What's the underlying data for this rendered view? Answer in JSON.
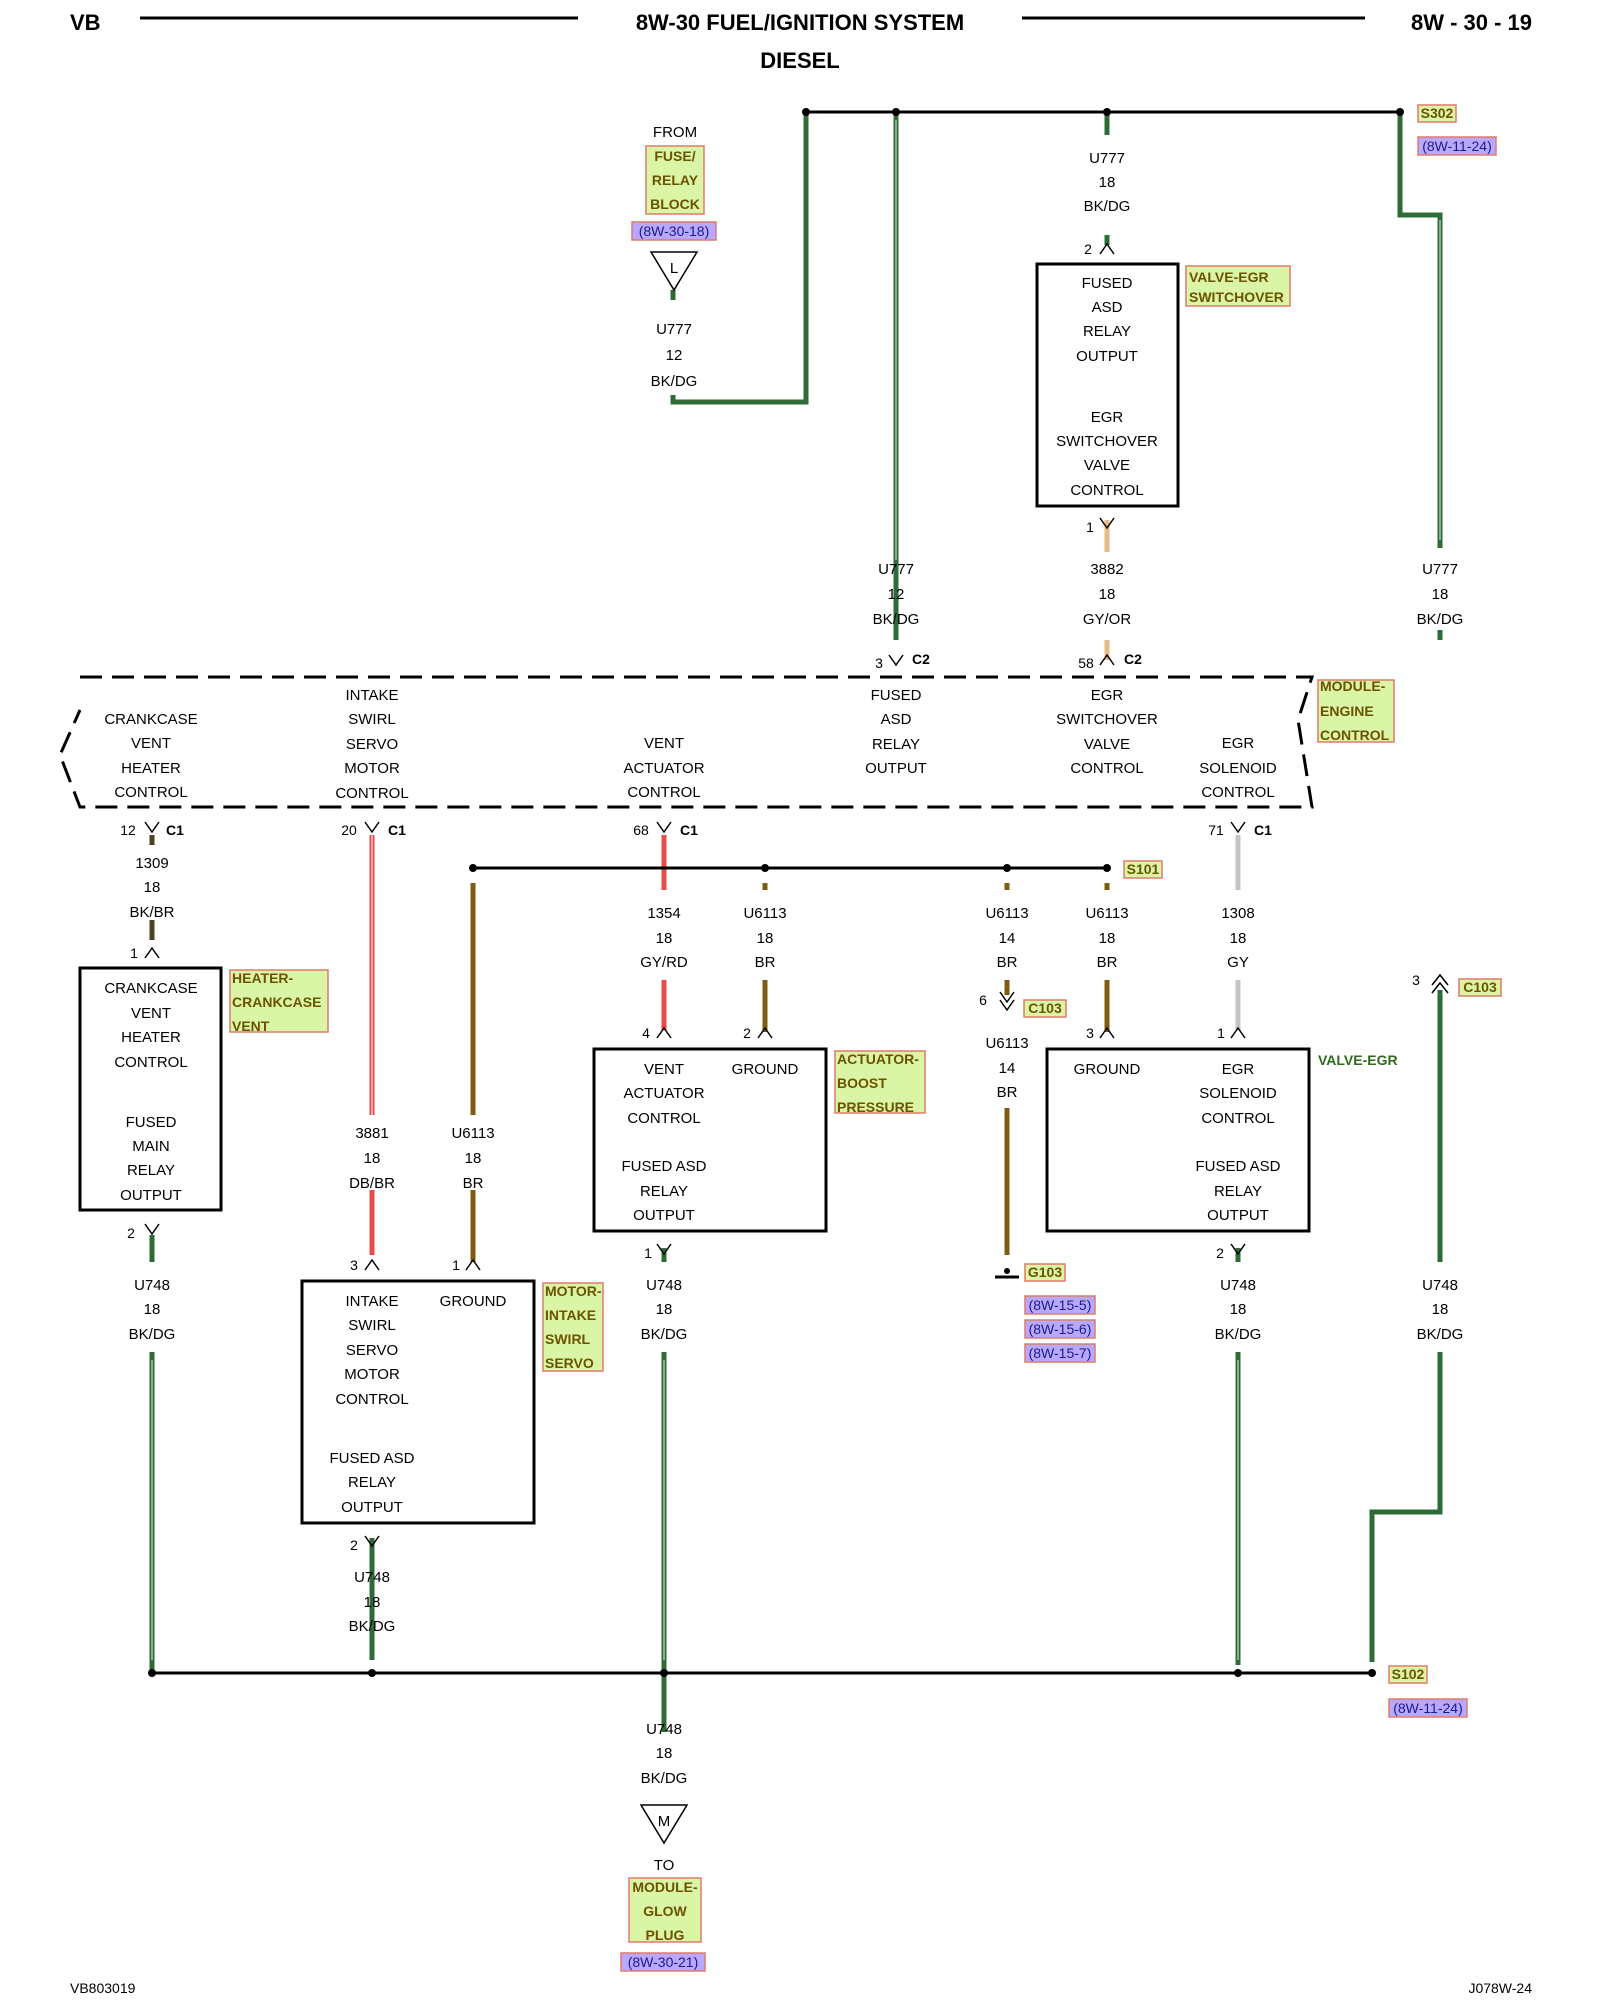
{
  "header": {
    "left": "VB",
    "title": "8W-30 FUEL/IGNITION SYSTEM",
    "subtitle": "DIESEL",
    "page": "8W - 30 - 19"
  },
  "footer": {
    "left": "VB803019",
    "right": "J078W-24"
  },
  "colors": {
    "bk_dg": "#2e6b36",
    "red": "#e94b4b",
    "brown": "#7d5c10",
    "gy_or": "#e8b98a",
    "gy": "#c4c4c4",
    "link_bg": "#d9f5a5",
    "link_border": "#e07a6a",
    "ref_bg": "#b8a8ff",
    "ref_border": "#e07a6a"
  },
  "top_section": {
    "from_label": "FROM",
    "fuse_block": [
      "FUSE/",
      "RELAY",
      "BLOCK"
    ],
    "fuse_ref": "(8W-30-18)",
    "connector_L": "L",
    "wire_u777_left": [
      "U777",
      "12",
      "BK/DG"
    ],
    "splice_s302": "S302",
    "s302_ref": "(8W-11-24)",
    "wire_u777_top": [
      "U777",
      "18",
      "BK/DG"
    ],
    "pin_2_egr_switch": "2",
    "pin_1_egr_switch": "1",
    "egr_switch_box": [
      "FUSED",
      "ASD",
      "RELAY",
      "OUTPUT",
      "EGR",
      "SWITCHOVER",
      "VALVE",
      "CONTROL"
    ],
    "egr_switch_name": [
      "VALVE-EGR",
      "SWITCHOVER"
    ],
    "wire_u777_c2": [
      "U777",
      "12",
      "BK/DG"
    ],
    "wire_3882": [
      "3882",
      "18",
      "GY/OR"
    ],
    "wire_u777_right": [
      "U777",
      "18",
      "BK/DG"
    ],
    "pin_3_c2": "3",
    "c2_a": "C2",
    "pin_58_c2": "58",
    "c2_b": "C2"
  },
  "ecm": {
    "name": [
      "MODULE-",
      "ENGINE",
      "CONTROL"
    ],
    "functions": {
      "crankcase": [
        "CRANKCASE",
        "VENT",
        "HEATER",
        "CONTROL"
      ],
      "swirl": [
        "INTAKE",
        "SWIRL",
        "SERVO",
        "MOTOR",
        "CONTROL"
      ],
      "vent": [
        "VENT",
        "ACTUATOR",
        "CONTROL"
      ],
      "fused": [
        "FUSED",
        "ASD",
        "RELAY",
        "OUTPUT"
      ],
      "egr_switch": [
        "EGR",
        "SWITCHOVER",
        "VALVE",
        "CONTROL"
      ],
      "egr_solenoid": [
        "EGR",
        "SOLENOID",
        "CONTROL"
      ]
    },
    "pins": {
      "p12": "12",
      "p20": "20",
      "p68": "68",
      "p71": "71",
      "c1": "C1"
    }
  },
  "middle": {
    "wire_1309": [
      "1309",
      "18",
      "BK/BR"
    ],
    "wire_3881": [
      "3881",
      "18",
      "DB/BR"
    ],
    "wire_u6113_swirl": [
      "U6113",
      "18",
      "BR"
    ],
    "wire_1354": [
      "1354",
      "18",
      "GY/RD"
    ],
    "wire_u6113_vent": [
      "U6113",
      "18",
      "BR"
    ],
    "wire_u6113_c103": [
      "U6113",
      "14",
      "BR"
    ],
    "wire_u6113_egr": [
      "U6113",
      "18",
      "BR"
    ],
    "wire_1308": [
      "1308",
      "18",
      "GY"
    ],
    "splice_s101": "S101",
    "c103": "C103",
    "pin_6": "6",
    "wire_u6113_g103": [
      "U6113",
      "14",
      "BR"
    ],
    "ground_g103": "G103",
    "g103_refs": [
      "(8W-15-5)",
      "(8W-15-6)",
      "(8W-15-7)"
    ],
    "pin_3_c103": "3",
    "c103_right": "C103"
  },
  "components": {
    "heater_box": [
      "CRANKCASE",
      "VENT",
      "HEATER",
      "CONTROL",
      "FUSED",
      "MAIN",
      "RELAY",
      "OUTPUT"
    ],
    "heater_name": [
      "HEATER-",
      "CRANKCASE",
      "VENT"
    ],
    "heater_pin1": "1",
    "heater_pin2": "2",
    "actuator_box_left": [
      "VENT",
      "ACTUATOR",
      "CONTROL",
      "FUSED ASD",
      "RELAY",
      "OUTPUT"
    ],
    "actuator_box_right": "GROUND",
    "actuator_name": [
      "ACTUATOR-",
      "BOOST",
      "PRESSURE"
    ],
    "actuator_pins": {
      "p4": "4",
      "p2": "2",
      "p1": "1"
    },
    "egr_box_left": "GROUND",
    "egr_box_right": [
      "EGR",
      "SOLENOID",
      "CONTROL",
      "FUSED ASD",
      "RELAY",
      "OUTPUT"
    ],
    "egr_name": "VALVE-EGR",
    "egr_pins": {
      "p3": "3",
      "p1": "1",
      "p2": "2"
    },
    "swirl_box_left": [
      "INTAKE",
      "SWIRL",
      "SERVO",
      "MOTOR",
      "CONTROL",
      "FUSED ASD",
      "RELAY",
      "OUTPUT"
    ],
    "swirl_box_right": "GROUND",
    "swirl_name": [
      "MOTOR-",
      "INTAKE",
      "SWIRL",
      "SERVO"
    ],
    "swirl_pins": {
      "p3": "3",
      "p1": "1",
      "p2": "2"
    }
  },
  "bottom": {
    "wire_u748_heater": [
      "U748",
      "18",
      "BK/DG"
    ],
    "wire_u748_actuator": [
      "U748",
      "18",
      "BK/DG"
    ],
    "wire_u748_egr": [
      "U748",
      "18",
      "BK/DG"
    ],
    "wire_u748_right": [
      "U748",
      "18",
      "BK/DG"
    ],
    "wire_u748_swirl": [
      "U748",
      "18",
      "BK/DG"
    ],
    "splice_s102": "S102",
    "s102_ref": "(8W-11-24)",
    "wire_u748_out": [
      "U748",
      "18",
      "BK/DG"
    ],
    "connector_M": "M",
    "to_label": "TO",
    "glow_module": [
      "MODULE-",
      "GLOW",
      "PLUG"
    ],
    "glow_ref": "(8W-30-21)"
  }
}
